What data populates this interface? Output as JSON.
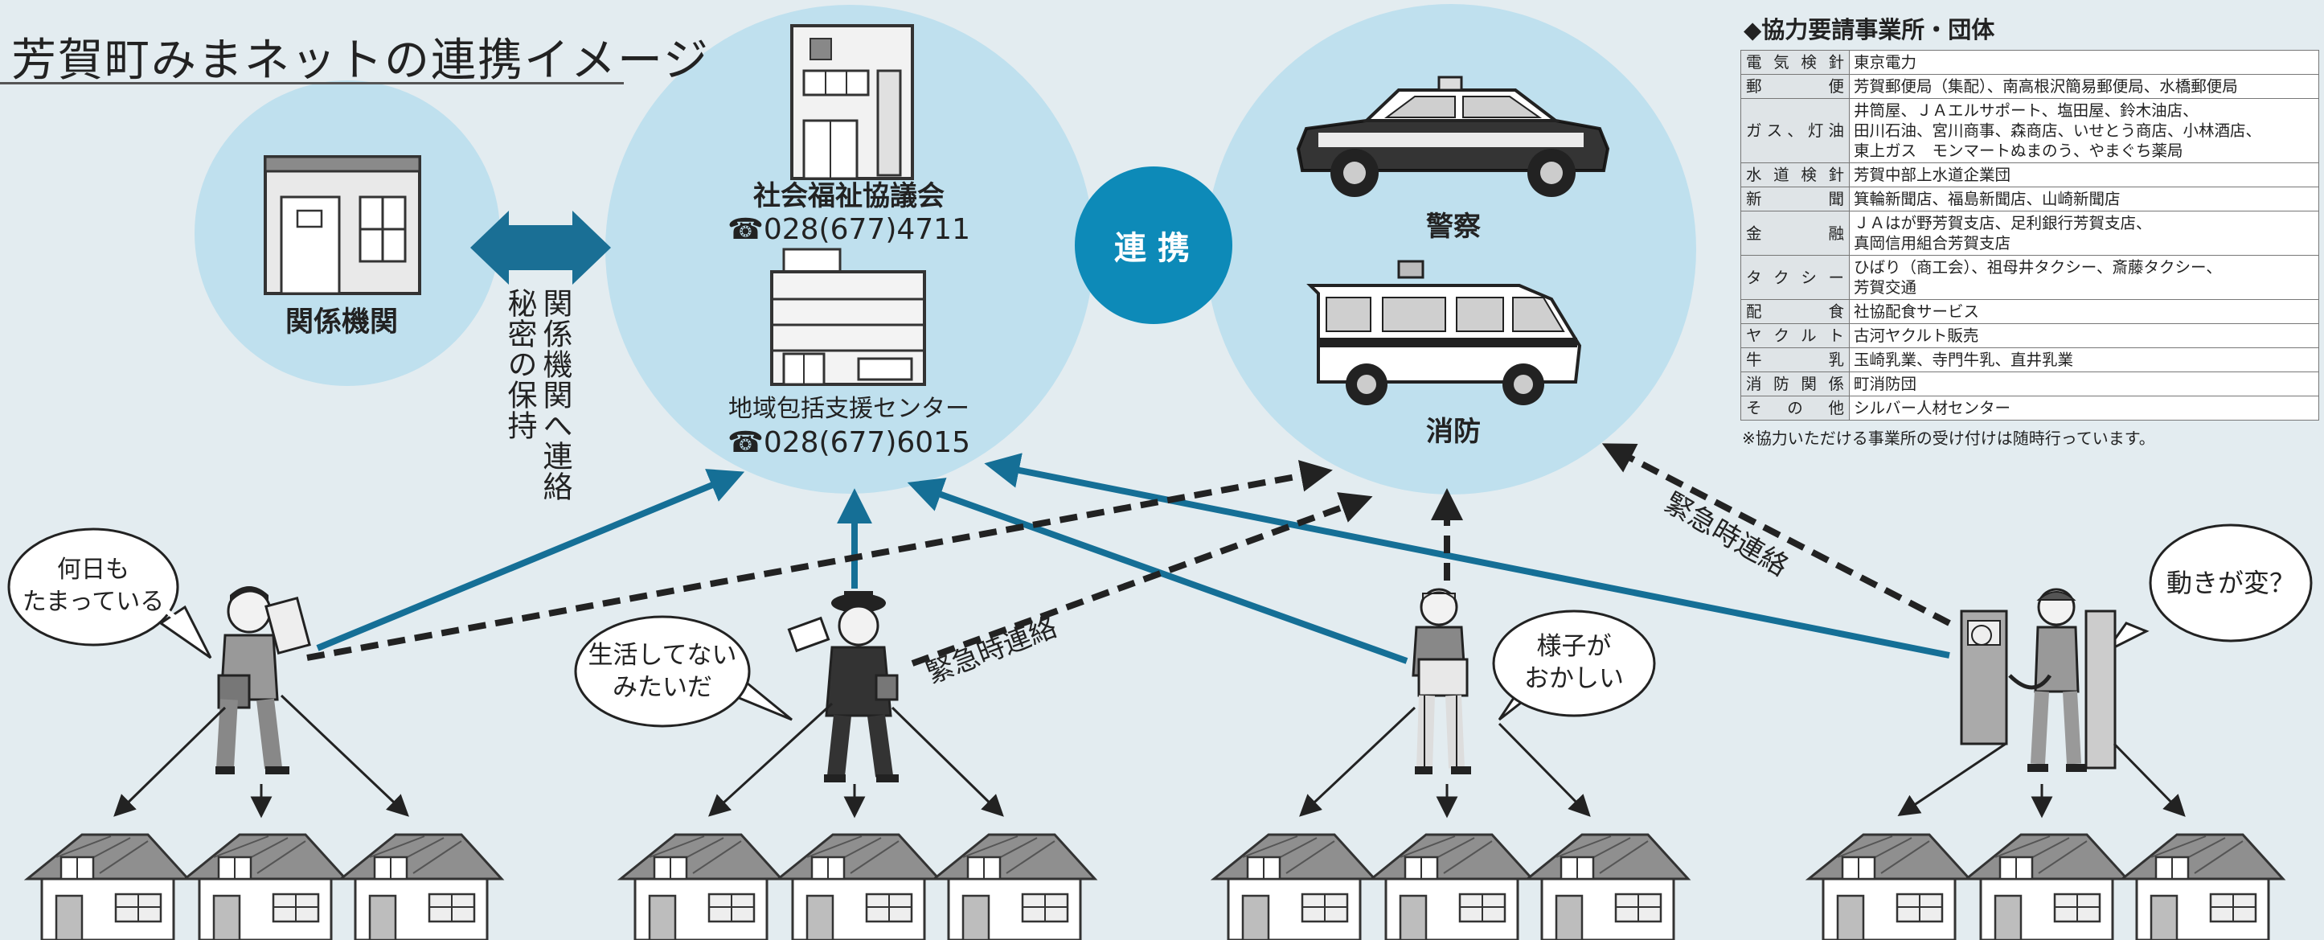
{
  "title": "芳賀町みまネットの連携イメージ",
  "related_agency": {
    "label": "関係機関"
  },
  "council": {
    "name": "社会福祉協議会",
    "phone": "☎028(677)4711"
  },
  "center": {
    "name": "地域包括支援センター",
    "phone": "☎028(677)6015"
  },
  "cooperation_label": "連 携",
  "police_label": "警察",
  "fire_label": "消防",
  "privacy_label": "関係機関へ連絡",
  "privacy_label2": "秘密の保持",
  "emergency_label_1": "緊急時連絡",
  "emergency_label_2": "緊急時連絡",
  "speech": {
    "newspaper": [
      "何日も",
      "たまっている"
    ],
    "postman": [
      "生活してない",
      "みたいだ"
    ],
    "delivery": [
      "様子が",
      "おかしい"
    ],
    "gas": [
      "動きが変？"
    ]
  },
  "coop_table": {
    "title": "◆協力要請事業所・団体",
    "rows": [
      {
        "category": "電気検針",
        "members": "東京電力"
      },
      {
        "category": "郵便",
        "members": "芳賀郵便局（集配）、南高根沢簡易郵便局、水橋郵便局"
      },
      {
        "category": "ガス、灯油",
        "members": "井筒屋、ＪＡエルサポート、塩田屋、鈴木油店、\n田川石油、宮川商事、森商店、いせとう商店、小林酒店、\n東上ガス　モンマートぬまのう、やまぐち薬局"
      },
      {
        "category": "水道検針",
        "members": "芳賀中部上水道企業団"
      },
      {
        "category": "新聞",
        "members": "箕輪新聞店、福島新聞店、山崎新聞店"
      },
      {
        "category": "金融",
        "members": "ＪＡはが野芳賀支店、足利銀行芳賀支店、\n真岡信用組合芳賀支店"
      },
      {
        "category": "タクシー",
        "members": "ひばり（商工会）、祖母井タクシー、斎藤タクシー、\n芳賀交通"
      },
      {
        "category": "配食",
        "members": "社協配食サービス"
      },
      {
        "category": "ヤクルト",
        "members": "古河ヤクルト販売"
      },
      {
        "category": "牛乳",
        "members": "玉崎乳業、寺門牛乳、直井乳業"
      },
      {
        "category": "消防関係",
        "members": "町消防団"
      },
      {
        "category": "その他",
        "members": "シルバー人材センター"
      }
    ],
    "note": "※協力いただける事業所の受け付けは随時行っています。"
  },
  "colors": {
    "background": "#e3ecf0",
    "circle": "#bfe0ee",
    "accent": "#0d8ab8",
    "arrow_blue": "#156f96",
    "dark": "#222222"
  },
  "icons": [
    "building-icon",
    "police-car-icon",
    "ambulance-icon",
    "house-icon",
    "newspaper-carrier-icon",
    "postman-icon",
    "delivery-worker-icon",
    "gas-station-worker-icon",
    "double-arrow-icon"
  ]
}
